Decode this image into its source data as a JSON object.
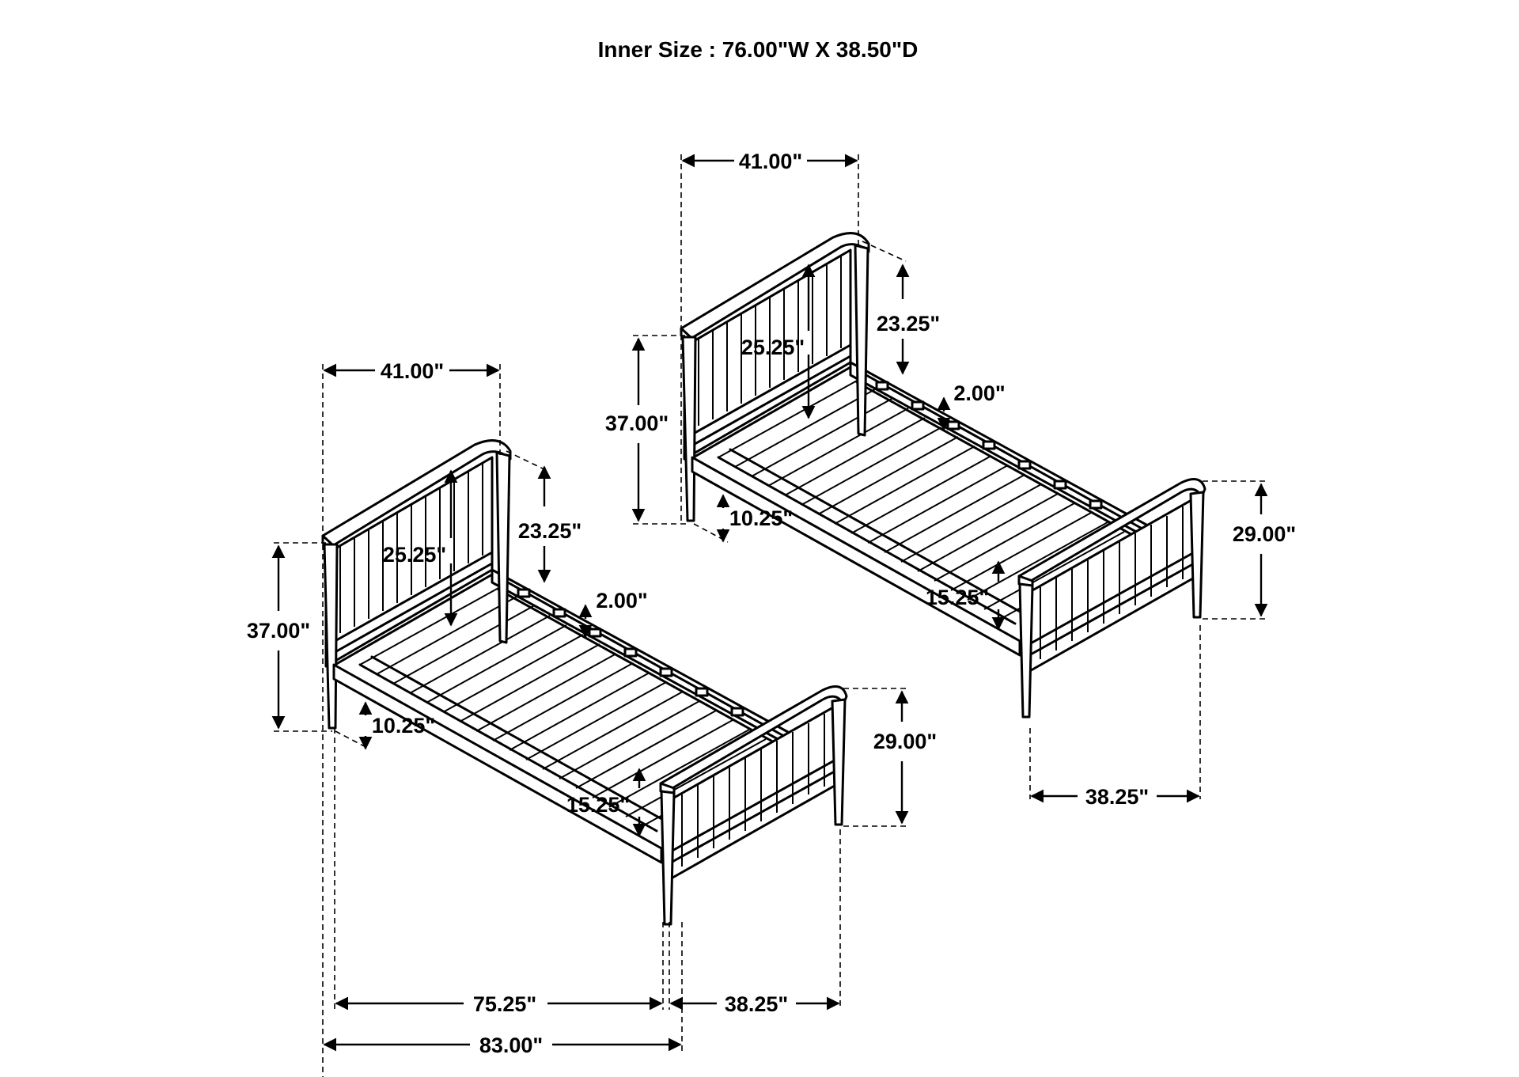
{
  "header": {
    "title": "Inner Size : 76.00\"W X  38.50\"D"
  },
  "dimensions": {
    "front_bed": {
      "headboard_width": "41.00\"",
      "headboard_panel_height": "23.25\"",
      "headboard_inner_height": "25.25\"",
      "headboard_height": "37.00\"",
      "slat_gap": "2.00\"",
      "clearance": "10.25\"",
      "footboard_height": "29.00\"",
      "footboard_inner": "15.25\"",
      "rail_length": "75.25\"",
      "footboard_width": "38.25\"",
      "overall_length": "83.00\""
    },
    "back_bed": {
      "headboard_width": "41.00\"",
      "headboard_panel_height": "23.25\"",
      "headboard_inner_height": "25.25\"",
      "headboard_height": "37.00\"",
      "slat_gap": "2.00\"",
      "clearance": "10.25\"",
      "footboard_height": "29.00\"",
      "footboard_inner": "15.25\"",
      "footboard_width": "38.25\""
    }
  }
}
